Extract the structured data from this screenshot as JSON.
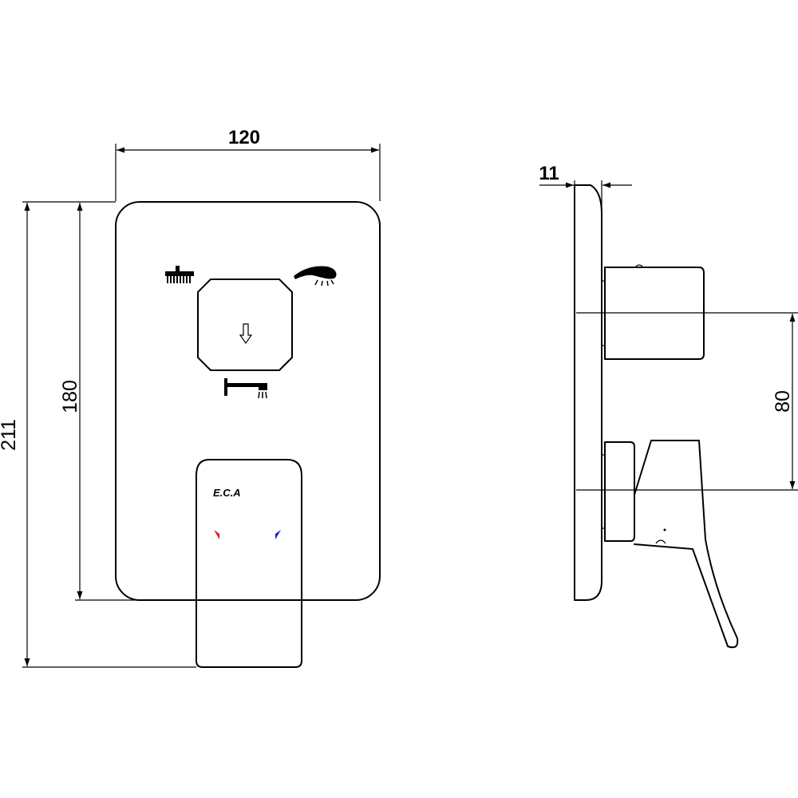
{
  "dimensions": {
    "width": "120",
    "height_total": "211",
    "height_plate": "180",
    "depth": "11",
    "offset": "80"
  },
  "brand": {
    "logo_text": "E.C.A"
  },
  "colors": {
    "line": "#000000",
    "hot_indicator": "#e8101e",
    "cold_indicator": "#1020c8",
    "background": "#ffffff"
  },
  "icons": [
    "overhead-shower-icon",
    "hand-shower-icon",
    "bath-spout-icon",
    "diverter-arrow-icon",
    "hot-indicator-icon",
    "cold-indicator-icon"
  ]
}
